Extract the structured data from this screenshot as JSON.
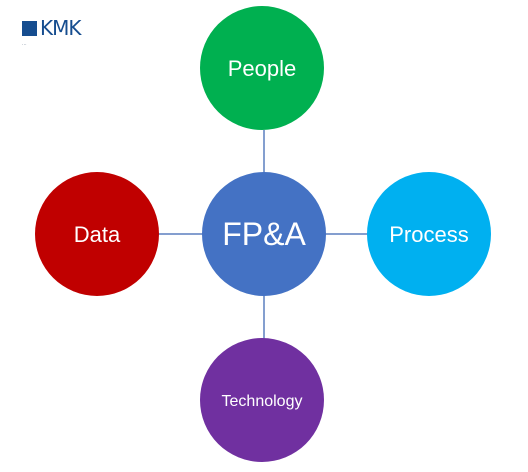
{
  "logo": {
    "mark_text": "KMK",
    "tagline": "...",
    "brand_color": "#164d8f"
  },
  "diagram": {
    "center": {
      "label": "FP&A",
      "color": "#4472c4"
    },
    "nodes": [
      {
        "id": "people",
        "label": "People",
        "color": "#00b050"
      },
      {
        "id": "data",
        "label": "Data",
        "color": "#c00000"
      },
      {
        "id": "process",
        "label": "Process",
        "color": "#00b0f0"
      },
      {
        "id": "technology",
        "label": "Technology",
        "color": "#7030a0"
      }
    ],
    "connector_color": "#5b7fbf"
  }
}
